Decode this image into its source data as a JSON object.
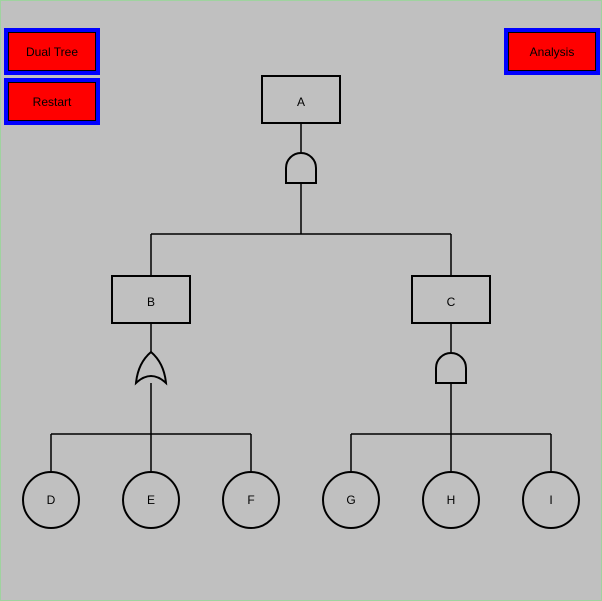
{
  "buttons": {
    "dual_tree": "Dual Tree",
    "restart": "Restart",
    "analysis": "Analysis"
  },
  "tree": {
    "top_event": "A",
    "intermediate": [
      "B",
      "C"
    ],
    "basic_events": [
      "D",
      "E",
      "F",
      "G",
      "H",
      "I"
    ],
    "gates": {
      "A": "and-gate",
      "B": "or-gate",
      "C": "and-gate"
    }
  },
  "colors": {
    "background": "#c0c0c0",
    "button_fill": "#ff0000",
    "button_border": "#0000ff"
  }
}
